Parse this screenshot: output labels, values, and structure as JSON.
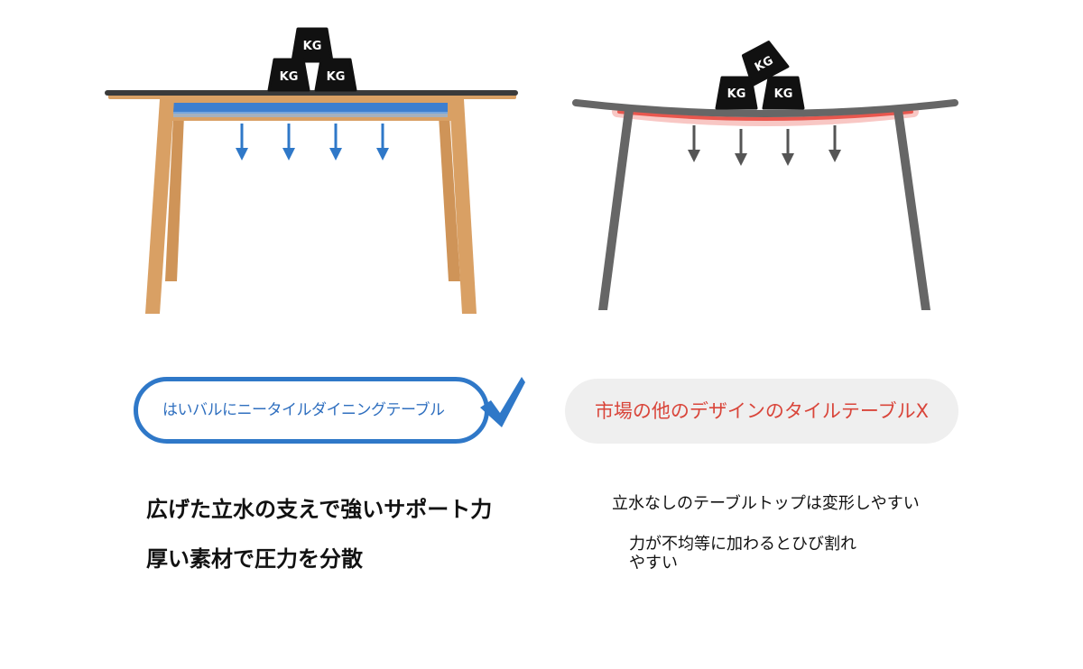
{
  "weights": {
    "label": "KG"
  },
  "left_panel": {
    "badge_text": "はいバルにニータイルダイニングテーブル",
    "features": [
      "広げた立水の支えで強いサポート力",
      "厚い素材で圧力を分散"
    ]
  },
  "right_panel": {
    "badge_text": "市場の他のデザインのタイルテーブルX",
    "notes": [
      "立水なしのテーブルトップは変形しやすい",
      "力が不均等に加わるとひび割れ",
      "やすい"
    ]
  },
  "colors": {
    "wood": "#d9a064",
    "tabletop": "#3a3a3a",
    "support_blue": "#3d7fd0",
    "arrow_blue": "#2f78c8",
    "metal_leg": "#666666",
    "stress_red": "#e8574e",
    "badge_red_text": "#d9453a",
    "badge_grey_bg": "#efefef"
  }
}
